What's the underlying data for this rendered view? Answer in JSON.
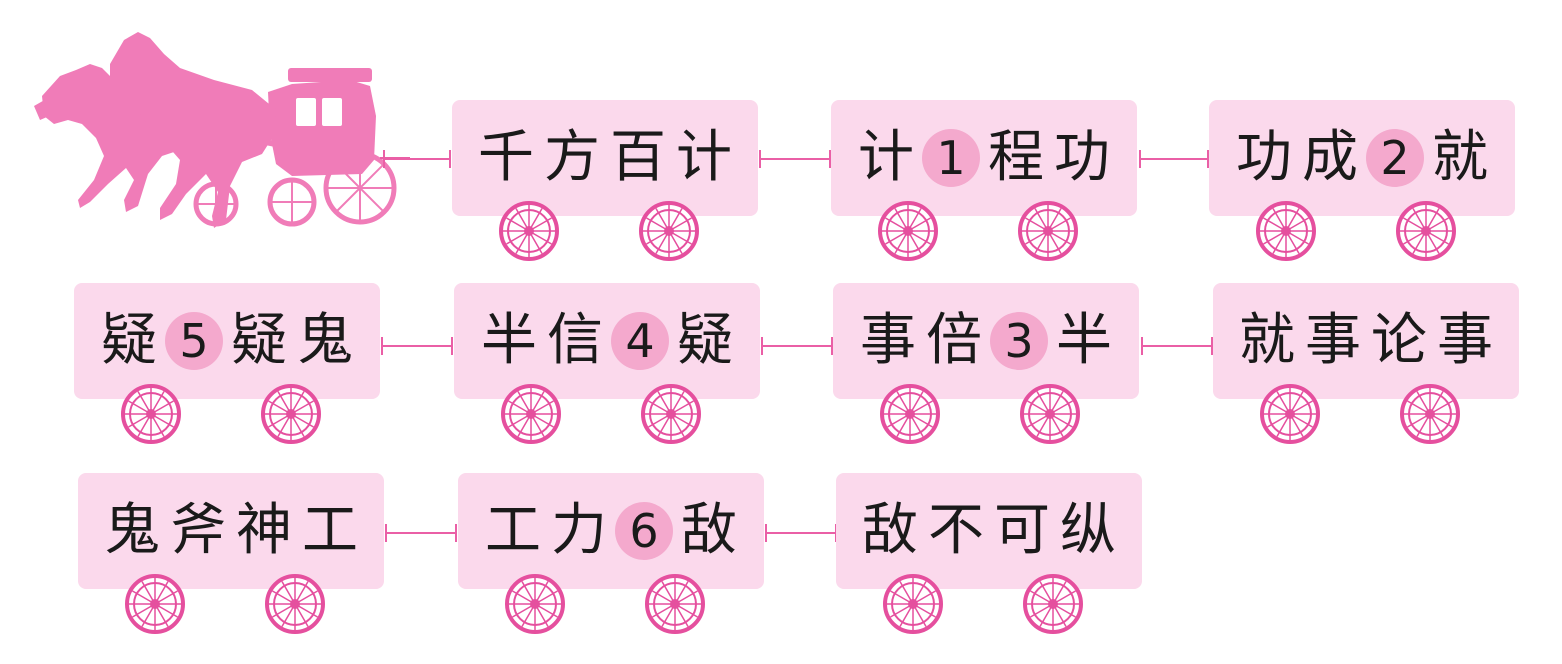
{
  "colors": {
    "car_fill": "#fbd9ec",
    "blank_fill": "#f4a9cd",
    "wheel_stroke": "#e54f9e",
    "horse_carriage": "#f07cb8",
    "text": "#1a1a1a"
  },
  "decoration": {
    "icon": "horse-carriage-icon"
  },
  "cars": [
    {
      "id": "c1",
      "chars": [
        {
          "t": "千"
        },
        {
          "t": "方"
        },
        {
          "t": "百"
        },
        {
          "t": "计"
        }
      ]
    },
    {
      "id": "c2",
      "chars": [
        {
          "t": "计"
        },
        {
          "t": "1",
          "blank": true
        },
        {
          "t": "程"
        },
        {
          "t": "功"
        }
      ]
    },
    {
      "id": "c3",
      "chars": [
        {
          "t": "功"
        },
        {
          "t": "成"
        },
        {
          "t": "2",
          "blank": true
        },
        {
          "t": "就"
        }
      ]
    },
    {
      "id": "c4",
      "chars": [
        {
          "t": "就"
        },
        {
          "t": "事"
        },
        {
          "t": "论"
        },
        {
          "t": "事"
        }
      ]
    },
    {
      "id": "c5",
      "chars": [
        {
          "t": "事"
        },
        {
          "t": "倍"
        },
        {
          "t": "3",
          "blank": true
        },
        {
          "t": "半"
        }
      ]
    },
    {
      "id": "c6",
      "chars": [
        {
          "t": "半"
        },
        {
          "t": "信"
        },
        {
          "t": "4",
          "blank": true
        },
        {
          "t": "疑"
        }
      ]
    },
    {
      "id": "c7",
      "chars": [
        {
          "t": "疑"
        },
        {
          "t": "5",
          "blank": true
        },
        {
          "t": "疑"
        },
        {
          "t": "鬼"
        }
      ]
    },
    {
      "id": "c8",
      "chars": [
        {
          "t": "鬼"
        },
        {
          "t": "斧"
        },
        {
          "t": "神"
        },
        {
          "t": "工"
        }
      ]
    },
    {
      "id": "c9",
      "chars": [
        {
          "t": "工"
        },
        {
          "t": "力"
        },
        {
          "t": "6",
          "blank": true
        },
        {
          "t": "敌"
        }
      ]
    },
    {
      "id": "c10",
      "chars": [
        {
          "t": "敌"
        },
        {
          "t": "不"
        },
        {
          "t": "可"
        },
        {
          "t": "纵"
        }
      ]
    }
  ]
}
